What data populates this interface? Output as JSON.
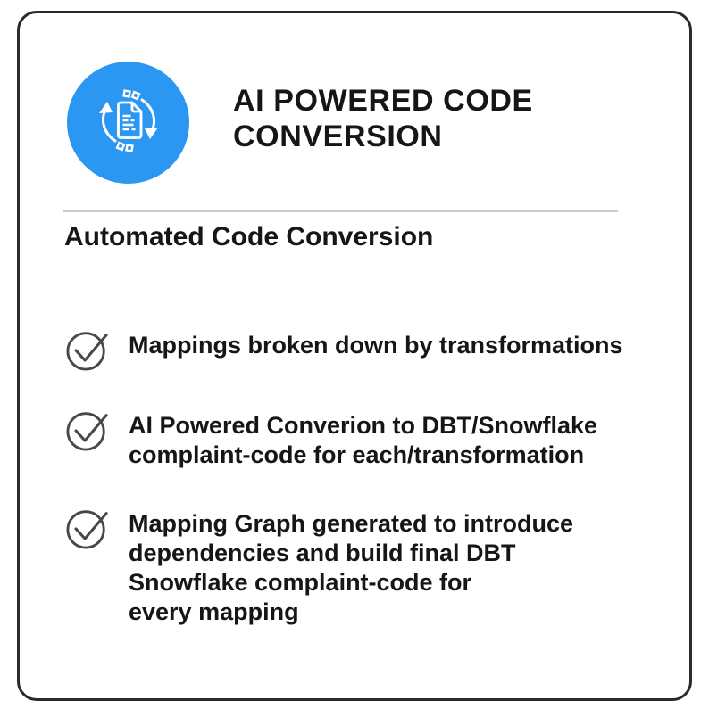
{
  "colors": {
    "accent_blue": "#2b97f3",
    "card_border": "#2b2b2b",
    "divider": "#c9c9c9",
    "check_icon": "#47474d",
    "text_dark": "#161616"
  },
  "card": {
    "title": "AI POWERED CODE\nCONVERSION",
    "subtitle": "Automated Code Conversion",
    "header_icon": "document-sync-icon",
    "feature_icon": "check-circle-icon",
    "features": [
      "Mappings broken down by transformations",
      "AI Powered Converion to DBT/Snowflake\ncomplaint-code for each/transformation",
      "Mapping Graph generated to introduce\ndependencies and build final DBT\nSnowflake complaint-code for\nevery mapping"
    ]
  }
}
